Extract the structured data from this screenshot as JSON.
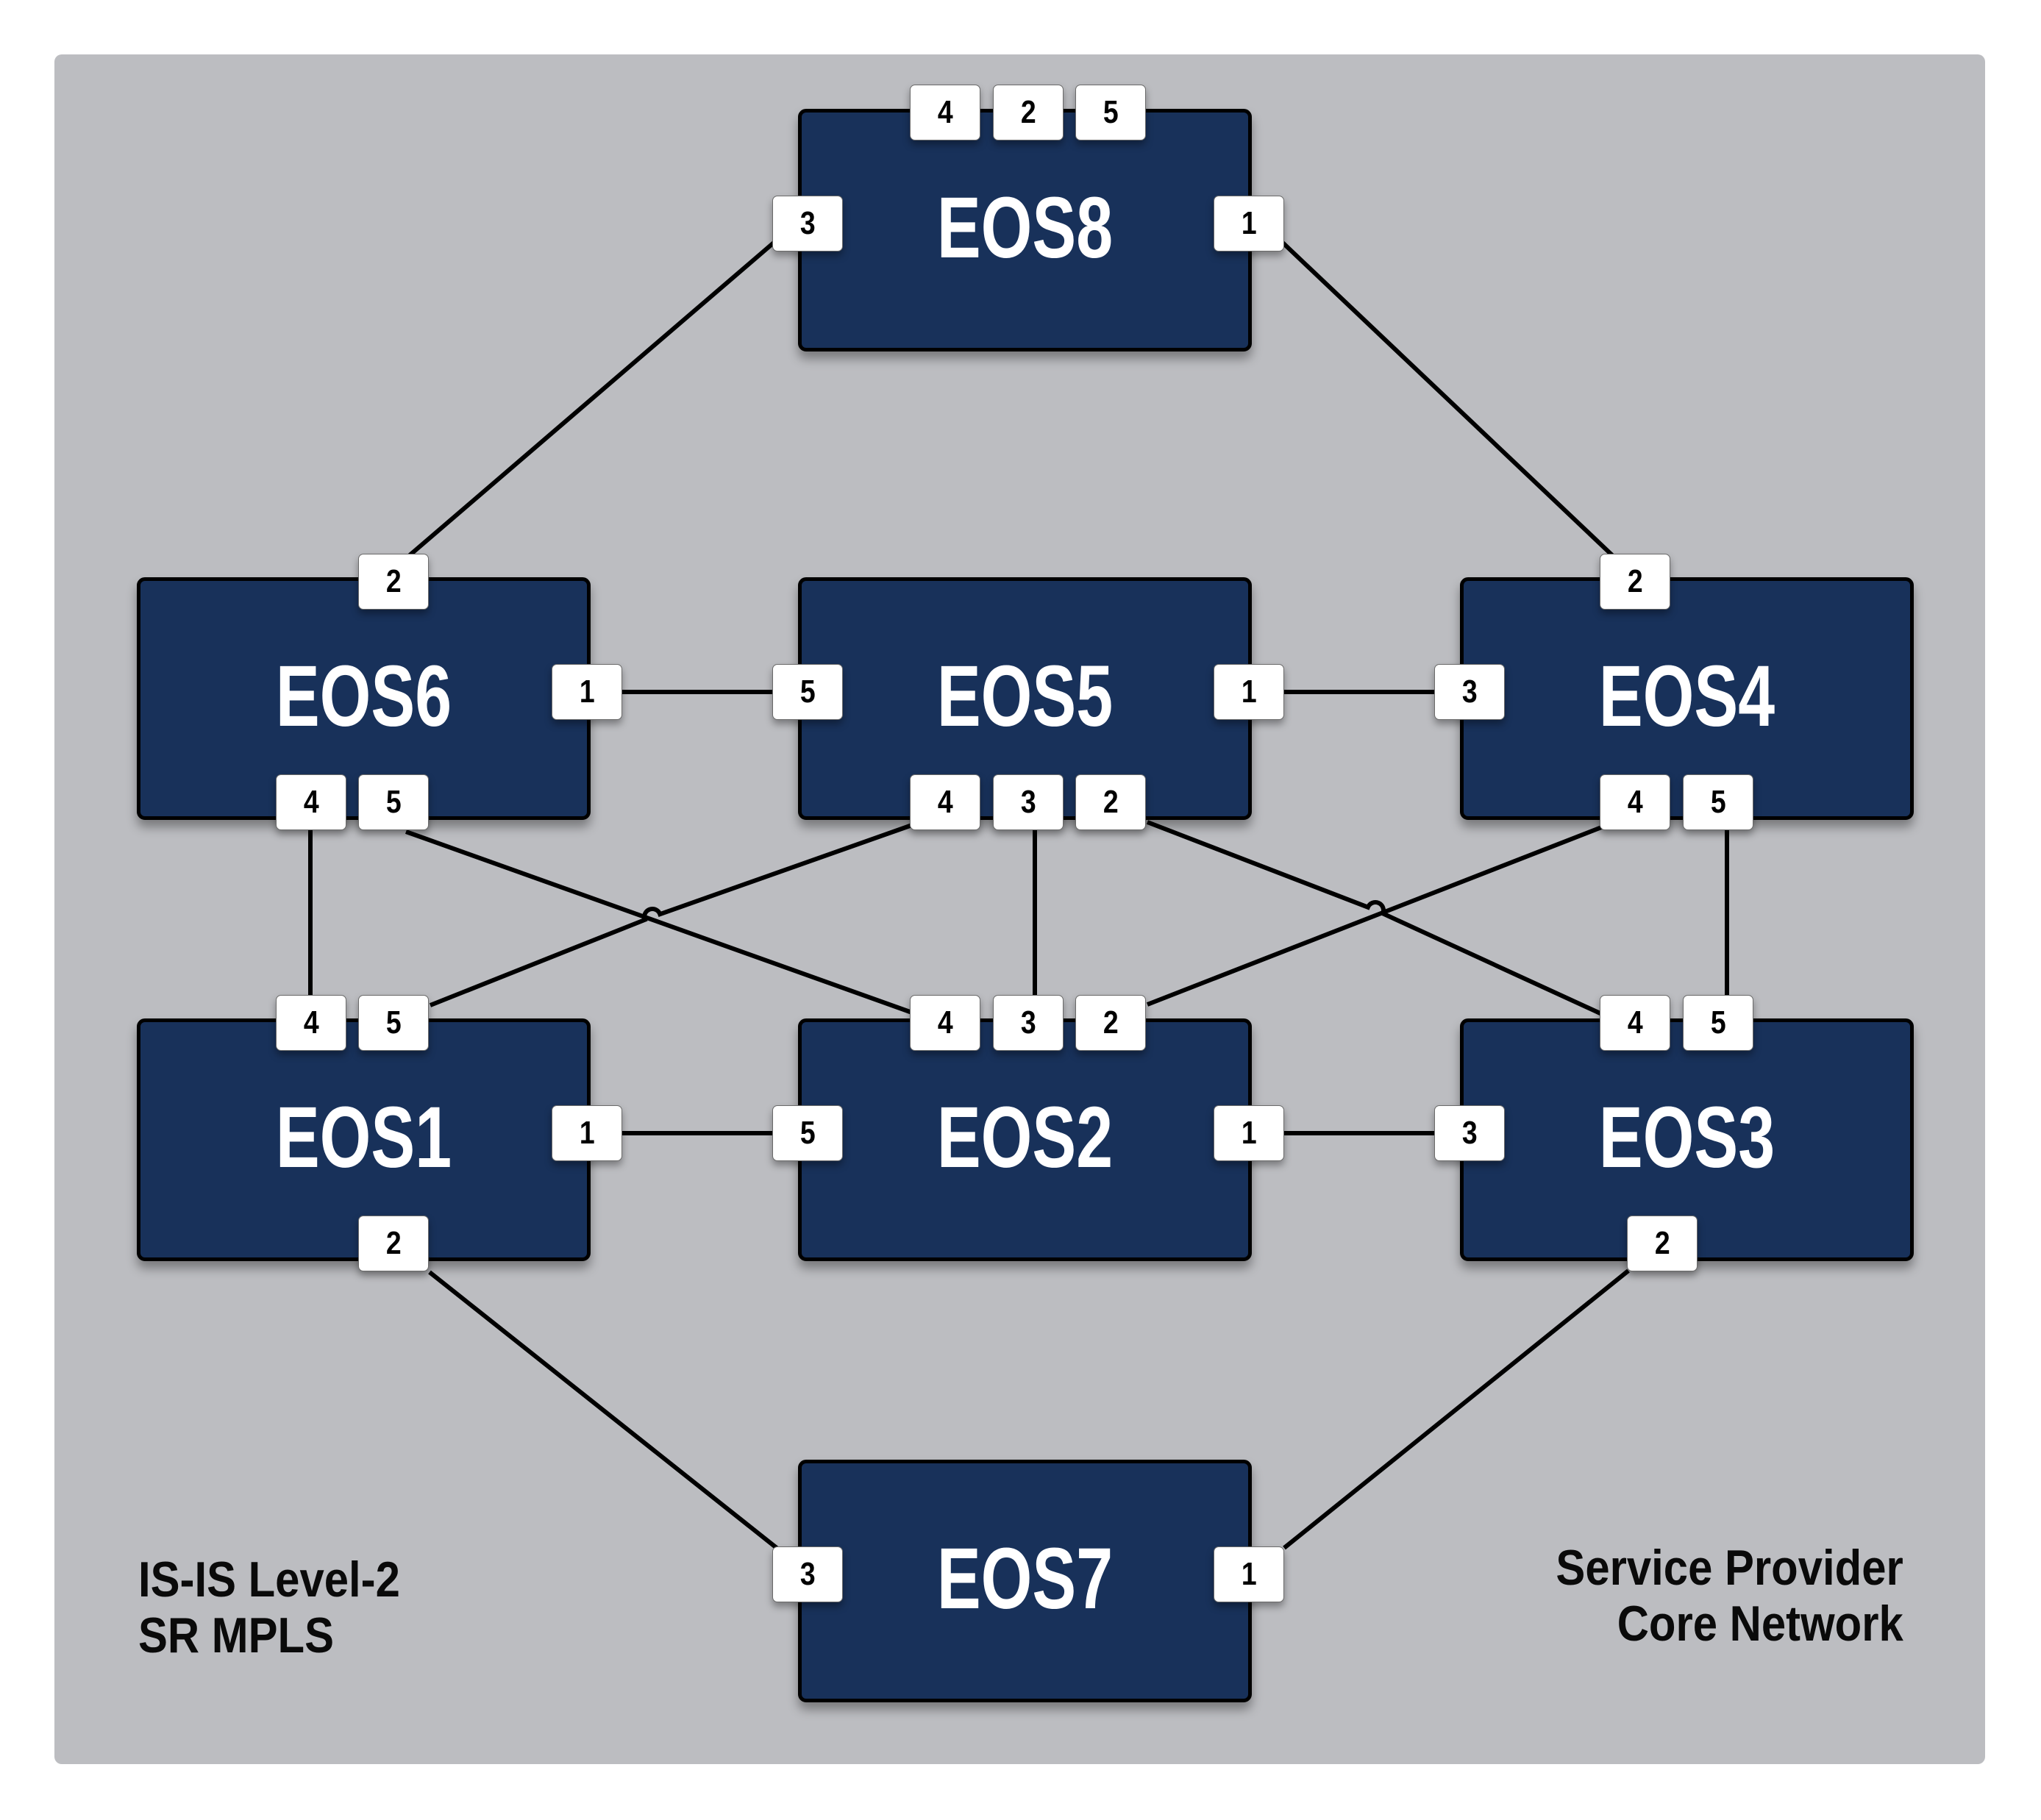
{
  "diagram": {
    "title": "Service Provider Core Network",
    "colors": {
      "panel_background": "#bcbdc1",
      "node_fill": "#18315a",
      "node_border": "#000000",
      "node_text": "#ffffff",
      "port_fill": "#ffffff",
      "link": "#000000"
    },
    "captions": {
      "left": [
        "IS-IS Level-2",
        "SR MPLS"
      ],
      "right": [
        "Service Provider",
        "Core Network"
      ]
    },
    "nodes": [
      {
        "id": "EOS8",
        "label": "EOS8",
        "ports": [
          "4",
          "2",
          "5",
          "3",
          "1"
        ]
      },
      {
        "id": "EOS6",
        "label": "EOS6",
        "ports": [
          "2",
          "1",
          "4",
          "5"
        ]
      },
      {
        "id": "EOS5",
        "label": "EOS5",
        "ports": [
          "5",
          "1",
          "4",
          "3",
          "2"
        ]
      },
      {
        "id": "EOS4",
        "label": "EOS4",
        "ports": [
          "2",
          "3",
          "4",
          "5"
        ]
      },
      {
        "id": "EOS1",
        "label": "EOS1",
        "ports": [
          "4",
          "5",
          "1",
          "2"
        ]
      },
      {
        "id": "EOS2",
        "label": "EOS2",
        "ports": [
          "4",
          "3",
          "2",
          "5",
          "1"
        ]
      },
      {
        "id": "EOS3",
        "label": "EOS3",
        "ports": [
          "4",
          "5",
          "3",
          "2"
        ]
      },
      {
        "id": "EOS7",
        "label": "EOS7",
        "ports": [
          "3",
          "1"
        ]
      }
    ],
    "links": [
      {
        "a": "EOS8",
        "a_port": "3",
        "b": "EOS6",
        "b_port": "2"
      },
      {
        "a": "EOS8",
        "a_port": "1",
        "b": "EOS4",
        "b_port": "2"
      },
      {
        "a": "EOS6",
        "a_port": "1",
        "b": "EOS5",
        "b_port": "5"
      },
      {
        "a": "EOS5",
        "a_port": "1",
        "b": "EOS4",
        "b_port": "3"
      },
      {
        "a": "EOS6",
        "a_port": "4",
        "b": "EOS1",
        "b_port": "4"
      },
      {
        "a": "EOS6",
        "a_port": "5",
        "b": "EOS2",
        "b_port": "4"
      },
      {
        "a": "EOS5",
        "a_port": "4",
        "b": "EOS1",
        "b_port": "5",
        "hop": true
      },
      {
        "a": "EOS5",
        "a_port": "3",
        "b": "EOS2",
        "b_port": "3"
      },
      {
        "a": "EOS5",
        "a_port": "2",
        "b": "EOS3",
        "b_port": "4",
        "hop": true
      },
      {
        "a": "EOS4",
        "a_port": "4",
        "b": "EOS2",
        "b_port": "2"
      },
      {
        "a": "EOS4",
        "a_port": "5",
        "b": "EOS3",
        "b_port": "5"
      },
      {
        "a": "EOS1",
        "a_port": "1",
        "b": "EOS2",
        "b_port": "5"
      },
      {
        "a": "EOS2",
        "a_port": "1",
        "b": "EOS3",
        "b_port": "3"
      },
      {
        "a": "EOS1",
        "a_port": "2",
        "b": "EOS7",
        "b_port": "3"
      },
      {
        "a": "EOS3",
        "a_port": "2",
        "b": "EOS7",
        "b_port": "1"
      }
    ]
  }
}
